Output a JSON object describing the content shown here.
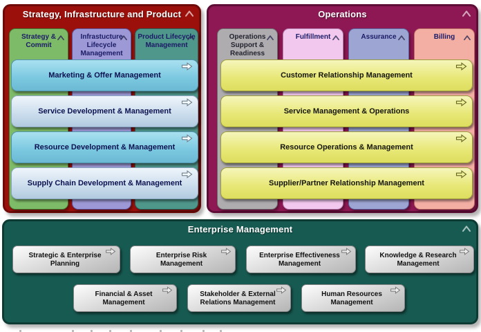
{
  "sip": {
    "title": "Strategy, Infrastructure and Product",
    "columns": [
      "Strategy & Commit",
      "Infrastucture Lifecycle Management",
      "Product Lifecycle Management"
    ],
    "bars": [
      "Marketing & Offer Management",
      "Service Development & Management",
      "Resource Development & Management",
      "Supply Chain Development & Management"
    ]
  },
  "ops": {
    "title": "Operations",
    "columns": [
      "Operations Support & Readiness",
      "Fulfillment",
      "Assurance",
      "Billing"
    ],
    "bars": [
      "Customer Relationship Management",
      "Service Management & Operations",
      "Resource Operations & Management",
      "Supplier/Partner Relationship Management"
    ]
  },
  "em": {
    "title": "Enterprise Management",
    "row1": [
      "Strategic & Enterprise Planning",
      "Enterprise Risk Management",
      "Enterprise Effectiveness Management",
      "Knowledge & Research Management"
    ],
    "row2": [
      "Financial & Asset Management",
      "Stakeholder & External Relations Management",
      "Human Resources Management"
    ]
  },
  "icons": {
    "chevron": "collapse-chevron",
    "arrow": "expand-right-arrow"
  },
  "colors": {
    "sip_panel": "#9C100C",
    "ops_panel": "#8E1853",
    "em_panel": "#175A51",
    "col_green": "#7EBB68",
    "col_purple": "#9D99D6",
    "col_teal": "#4F968B",
    "col_gray": "#AFACAF",
    "col_pink": "#F2C8EF",
    "col_periwinkle": "#9DA5D2",
    "col_salmon": "#F4AFA5",
    "bar_cyan": "#7AC7E0",
    "bar_lightblue": "#C4D8EA",
    "bar_yellow": "#E7E775",
    "box_gray": "#DCDCDC",
    "title_text": "#FFFFFF"
  }
}
